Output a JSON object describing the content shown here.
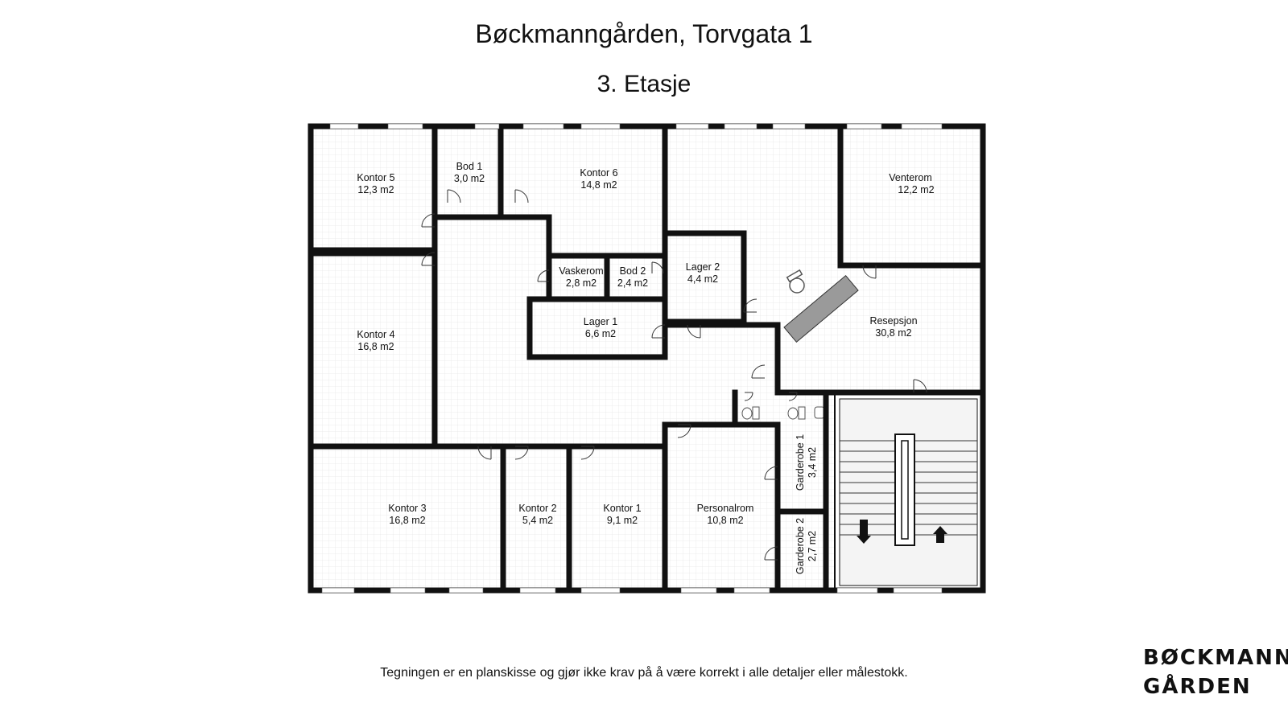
{
  "header": {
    "title": "Bøckmanngården, Torvgata 1",
    "floor": "3. Etasje"
  },
  "rooms": [
    {
      "id": "kontor5",
      "name": "Kontor 5",
      "area": "12,3 m2"
    },
    {
      "id": "bod1",
      "name": "Bod 1",
      "area": "3,0 m2"
    },
    {
      "id": "kontor6",
      "name": "Kontor 6",
      "area": "14,8 m2"
    },
    {
      "id": "venterom",
      "name": "Venterom",
      "area": "12,2 m2"
    },
    {
      "id": "vaskerom",
      "name": "Vaskerom",
      "area": "2,8 m2"
    },
    {
      "id": "bod2",
      "name": "Bod 2",
      "area": "2,4 m2"
    },
    {
      "id": "lager2",
      "name": "Lager 2",
      "area": "4,4 m2"
    },
    {
      "id": "lager1",
      "name": "Lager 1",
      "area": "6,6 m2"
    },
    {
      "id": "kontor4",
      "name": "Kontor 4",
      "area": "16,8 m2"
    },
    {
      "id": "resepsjon",
      "name": "Resepsjon",
      "area": "30,8 m2"
    },
    {
      "id": "kontor3",
      "name": "Kontor 3",
      "area": "16,8 m2"
    },
    {
      "id": "kontor2",
      "name": "Kontor 2",
      "area": "5,4 m2"
    },
    {
      "id": "kontor1",
      "name": "Kontor 1",
      "area": "9,1 m2"
    },
    {
      "id": "personalrom",
      "name": "Personalrom",
      "area": "10,8 m2"
    },
    {
      "id": "garderobe1",
      "name": "Garderobe 1",
      "area": "3,4 m2"
    },
    {
      "id": "garderobe2",
      "name": "Garderobe 2",
      "area": "2,7 m2"
    }
  ],
  "disclaimer": "Tegningen er en planskisse og gjør ikke krav på å være korrekt i alle detaljer eller målestokk.",
  "logo": {
    "line1": "BØCKMANN-",
    "line2": "GÅRDEN"
  },
  "colors": {
    "wall": "#111111",
    "grid": "#e6e6e6",
    "window": "#ffffff",
    "desk": "#9a9a9a"
  }
}
